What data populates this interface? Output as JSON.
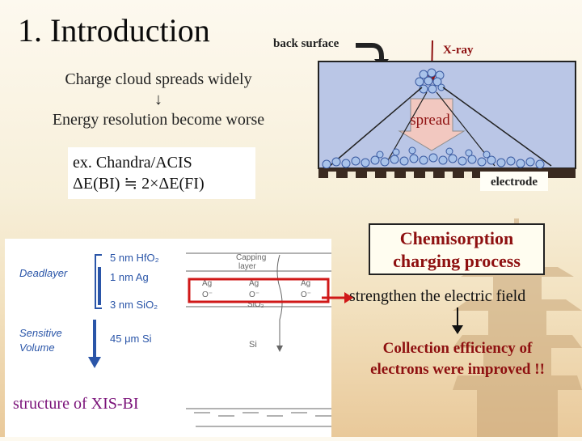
{
  "slide": {
    "title": "1. Introduction",
    "label_back_surface": "back surface",
    "label_xray": "X-ray",
    "label_spread": "spread",
    "label_electrode": "electrode",
    "charge_line1": "Charge cloud spreads widely",
    "arrow_symbol": "↓",
    "charge_line2": "Energy resolution become worse",
    "example_line1": "ex. Chandra/ACIS",
    "example_line2": "ΔE(BI) ≒ 2×ΔE(FI)",
    "chemisorption_line1": "Chemisorption",
    "chemisorption_line2": "charging process",
    "strengthen": "strengthen the electric field",
    "collection_line1": "Collection efficiency of",
    "collection_line2": "electrons were improved !!",
    "structure_caption": "structure of XIS-BI"
  },
  "structure_figure": {
    "label_deadlayer": "Deadlayer",
    "label_sensitive_volume": "Sensitive\nVolume",
    "layer_hfo2": "5 nm HfO₂",
    "layer_ag": "1 nm Ag",
    "layer_sio2": "3 nm SiO₂",
    "layer_si": "45 μm Si",
    "capping_layer": "Capping\nlayer",
    "ag_label": "Ag",
    "o_label": "O⁻",
    "sio2_label": "SiO₂",
    "si_label": "Si"
  },
  "colors": {
    "title_text": "#0a0a0a",
    "accent_red": "#8e1010",
    "caption_purple": "#7a1279",
    "detector_box": "#bac6e6",
    "spread_arrow": "#f2c8c0",
    "highlight_red": "#d01818",
    "figure_blue": "#2a55a8"
  },
  "icons": [
    "down-arrow-icon",
    "curved-arrow-icon",
    "pagoda-silhouette"
  ]
}
